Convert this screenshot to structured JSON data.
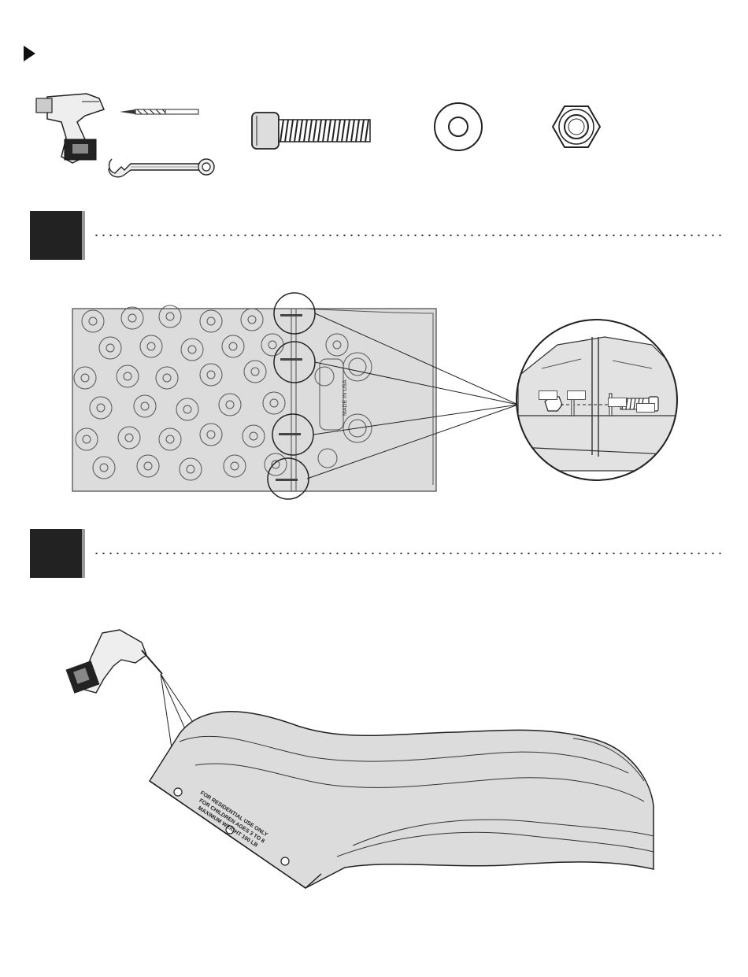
{
  "page": {
    "background": "#ffffff"
  },
  "header": {
    "marker_icon": "triangle-right-icon"
  },
  "tools": [
    {
      "name": "cordless-drill",
      "icon": "drill-icon"
    },
    {
      "name": "drill-bit",
      "icon": "drill-bit-icon"
    },
    {
      "name": "wrench",
      "icon": "wrench-icon"
    },
    {
      "name": "socket-head-bolt",
      "icon": "bolt-icon"
    },
    {
      "name": "flat-washer",
      "icon": "washer-icon"
    },
    {
      "name": "hex-lock-nut",
      "icon": "nut-icon"
    }
  ],
  "steps": [
    {
      "number": "",
      "detail_labels": [
        "",
        "",
        "",
        ""
      ],
      "panel_text": "MADE IN USA"
    },
    {
      "number": "",
      "slide_warning": [
        "FOR RESIDENTIAL USE ONLY",
        "FOR CHILDREN AGES 3 TO 8",
        "MAXIMUM WEIGHT 100 LB"
      ]
    }
  ],
  "colors": {
    "part_fill": "#dcdcdc",
    "line": "#222222",
    "step_box": "#222222",
    "step_shadow": "#9a9a9a"
  }
}
